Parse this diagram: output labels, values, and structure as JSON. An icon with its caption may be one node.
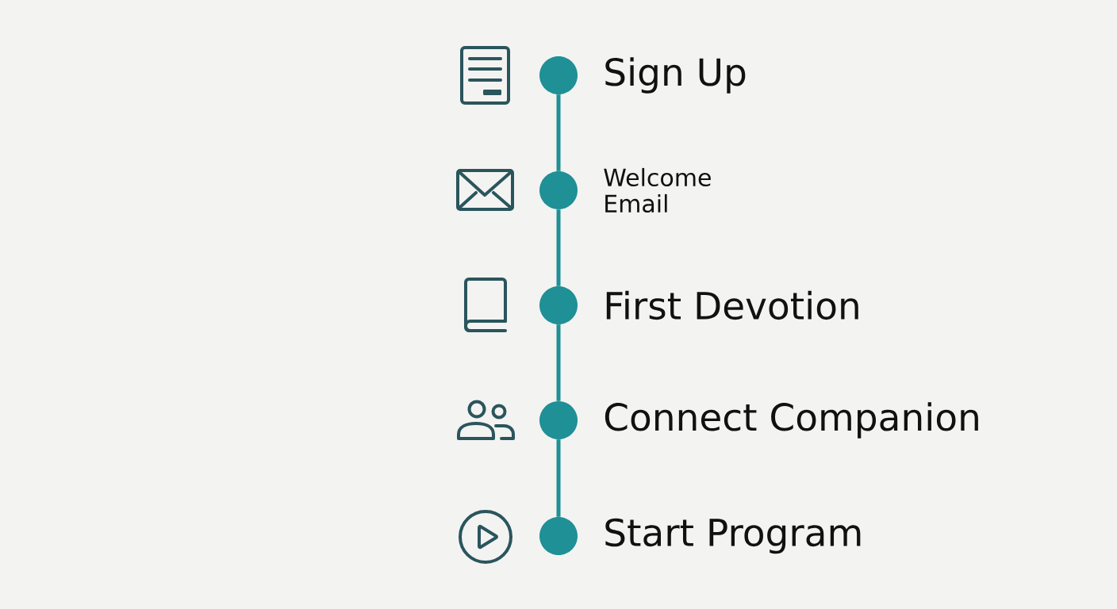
{
  "diagram": {
    "nodes": [
      {
        "text": [],
        "shape": "circle",
        "beside": [
          "Sign Up"
        ]
      },
      {
        "text": [],
        "shape": "circle",
        "beside": [
          "Welcome Email"
        ]
      },
      {
        "text": [],
        "shape": "circle",
        "beside": [
          "First Devotion"
        ]
      },
      {
        "text": [],
        "shape": "circle",
        "beside": [
          "Connect Companion"
        ]
      },
      {
        "text": [],
        "shape": "circle",
        "beside": [
          "Start Program"
        ]
      }
    ],
    "edges": [
      {
        "from": 0,
        "to": 1,
        "arrow": "none"
      },
      {
        "from": 1,
        "to": 2,
        "arrow": "none"
      },
      {
        "from": 2,
        "to": 3,
        "arrow": "none"
      },
      {
        "from": 3,
        "to": 4,
        "arrow": "none"
      }
    ]
  }
}
